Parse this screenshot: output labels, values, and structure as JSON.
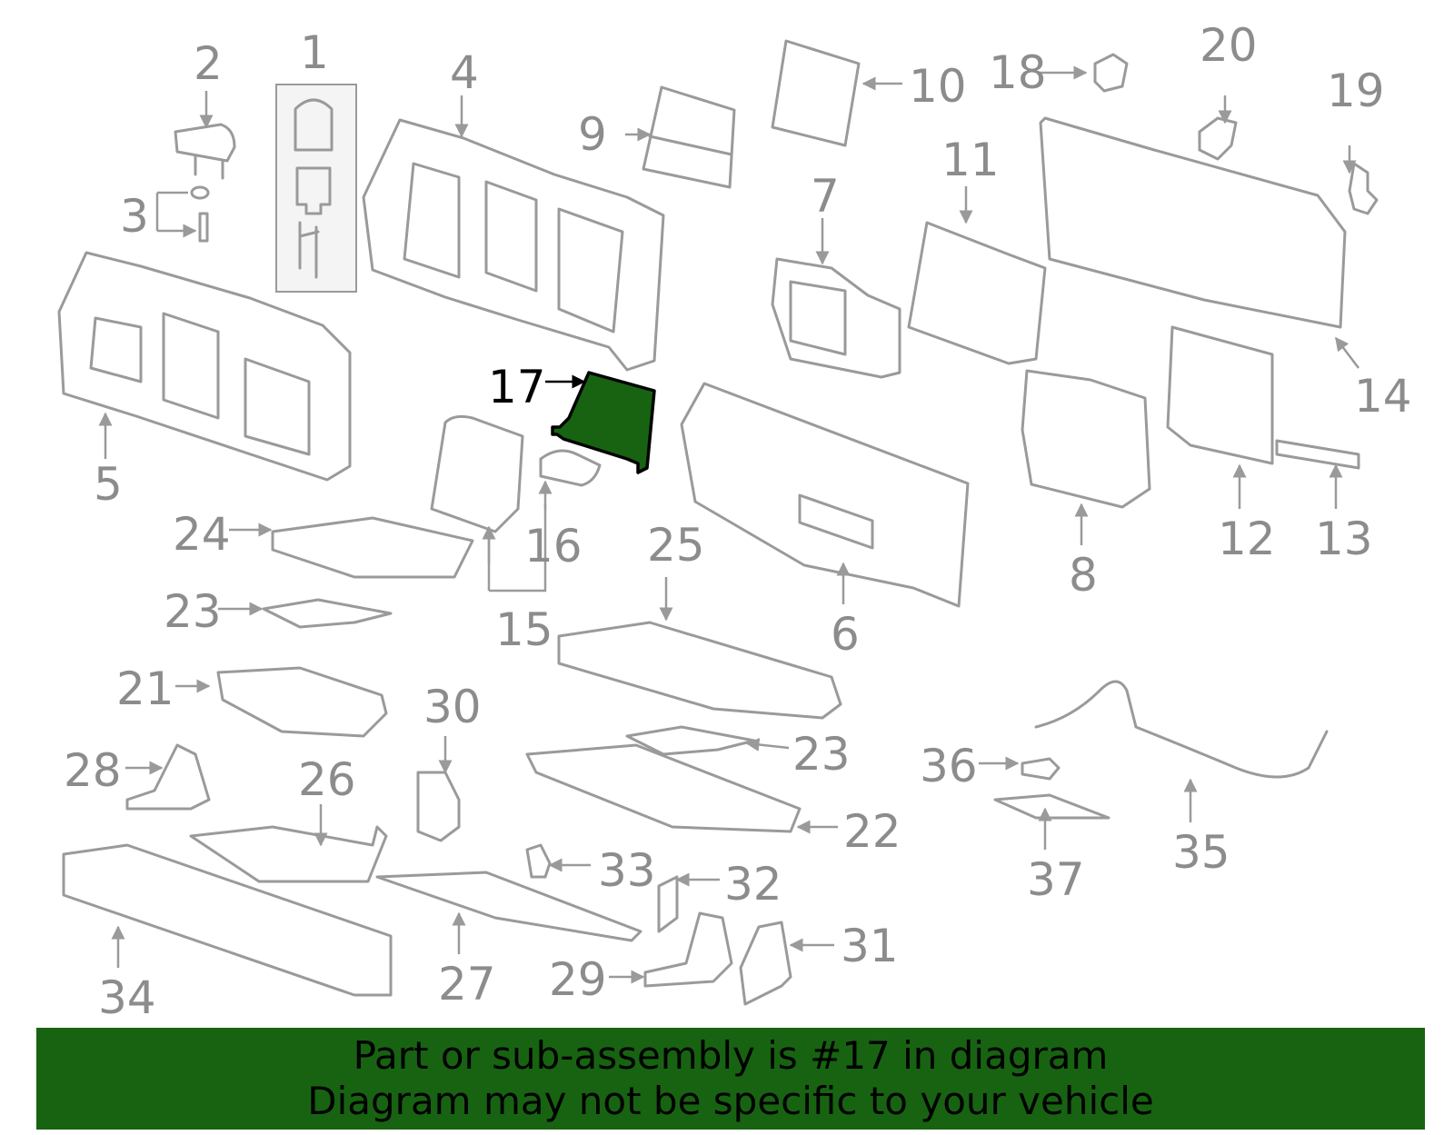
{
  "colors": {
    "part_outline": "#9a9a9a",
    "callout_text": "#8c8c8c",
    "highlight_fill": "#176311",
    "highlight_outline": "#000000",
    "banner_background": "#176311",
    "banner_text": "#000000"
  },
  "diagram": {
    "highlighted_callout": "17",
    "callouts": [
      "1",
      "2",
      "3",
      "4",
      "5",
      "6",
      "7",
      "8",
      "9",
      "10",
      "11",
      "12",
      "13",
      "14",
      "15",
      "16",
      "17",
      "18",
      "19",
      "20",
      "21",
      "22",
      "23",
      "23",
      "24",
      "25",
      "26",
      "27",
      "28",
      "29",
      "30",
      "31",
      "32",
      "33",
      "34",
      "35",
      "36",
      "37"
    ]
  },
  "banner": {
    "line1": "Part or sub-assembly is #17 in diagram",
    "line2": "Diagram may not be specific to your vehicle"
  }
}
